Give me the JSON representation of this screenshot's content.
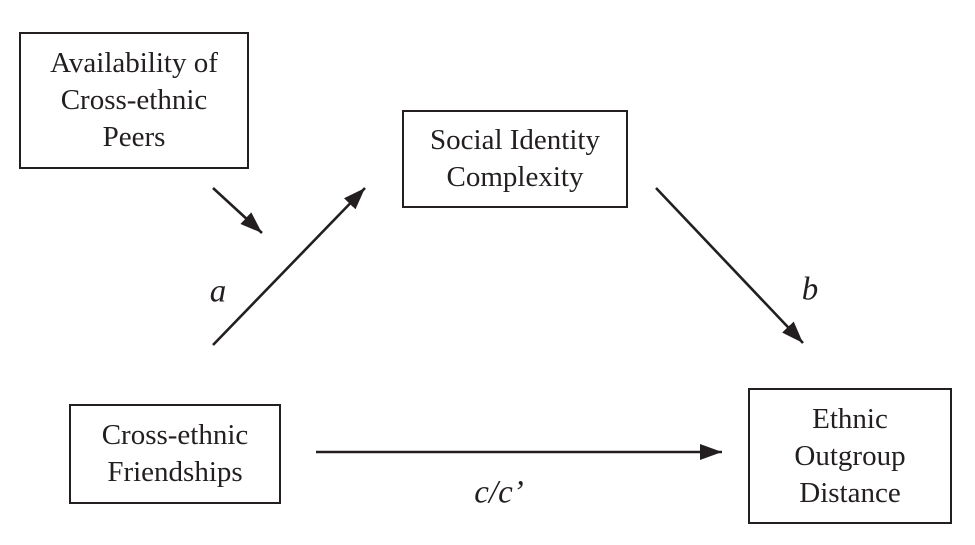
{
  "diagram": {
    "type": "mediation-path-model",
    "colors": {
      "stroke": "#231f20",
      "text": "#231f20",
      "background": "#ffffff"
    },
    "nodes": {
      "availability": {
        "label": "Availability of\nCross-ethnic\nPeers"
      },
      "complexity": {
        "label": "Social Identity\nComplexity"
      },
      "friendships": {
        "label": "Cross-ethnic\nFriendships"
      },
      "distance": {
        "label": "Ethnic\nOutgroup\nDistance"
      }
    },
    "edges": [
      {
        "from": "availability",
        "to": "complexity",
        "label": ""
      },
      {
        "from": "friendships",
        "to": "complexity",
        "label": "a"
      },
      {
        "from": "complexity",
        "to": "distance",
        "label": "b"
      },
      {
        "from": "friendships",
        "to": "distance",
        "label": "c/c’"
      }
    ]
  }
}
